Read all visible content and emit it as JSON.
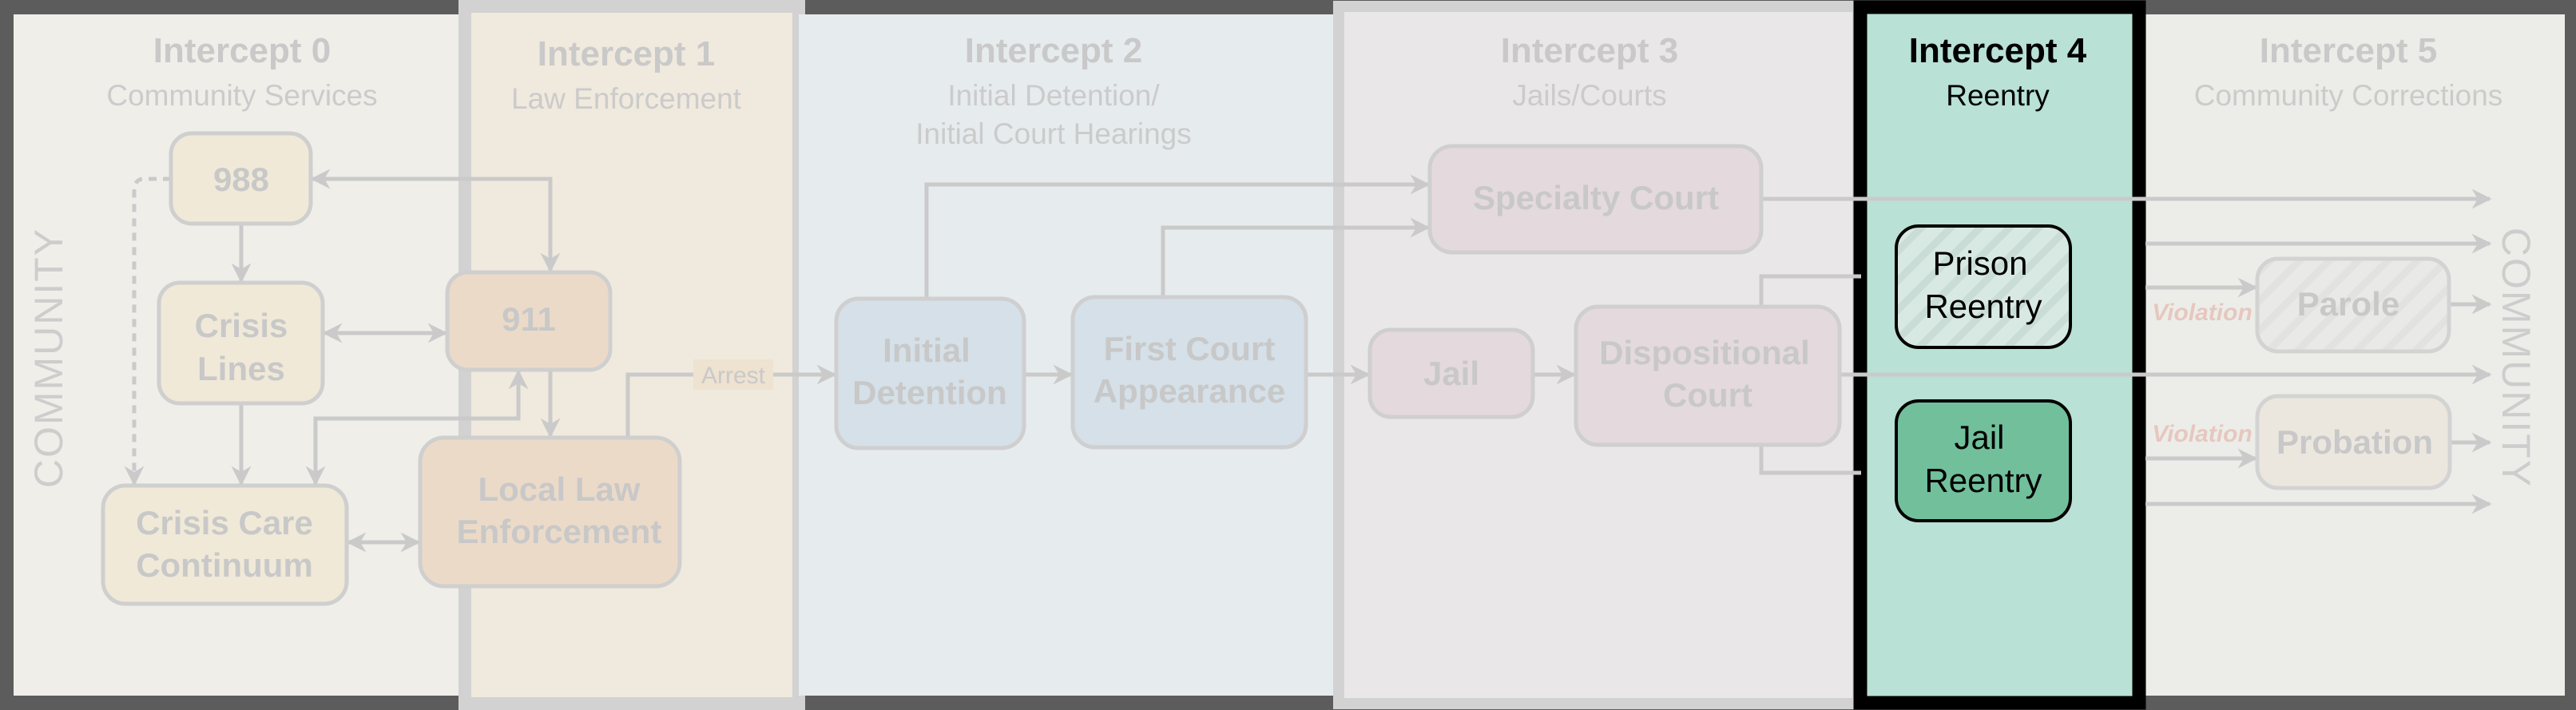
{
  "intercepts": [
    {
      "title": "Intercept 0",
      "subtitle": [
        "Community Services"
      ]
    },
    {
      "title": "Intercept 1",
      "subtitle": [
        "Law Enforcement"
      ]
    },
    {
      "title": "Intercept 2",
      "subtitle": [
        "Initial Detention/",
        "Initial Court Hearings"
      ]
    },
    {
      "title": "Intercept 3",
      "subtitle": [
        "Jails/Courts"
      ]
    },
    {
      "title": "Intercept 4",
      "subtitle": [
        "Reentry"
      ]
    },
    {
      "title": "Intercept 5",
      "subtitle": [
        "Community Corrections"
      ]
    }
  ],
  "nodes": {
    "n988": [
      "988"
    ],
    "crisis_lines": [
      "Crisis",
      "Lines"
    ],
    "n911": [
      "911"
    ],
    "crisis_care": [
      "Crisis Care",
      "Continuum"
    ],
    "local_law": [
      "Local Law",
      "Enforcement"
    ],
    "initial_detention": [
      "Initial",
      "Detention"
    ],
    "first_court": [
      "First Court",
      "Appearance"
    ],
    "specialty_court": [
      "Specialty Court"
    ],
    "jail": [
      "Jail"
    ],
    "dispositional_court": [
      "Dispositional",
      "Court"
    ],
    "prison_reentry": [
      "Prison",
      "Reentry"
    ],
    "jail_reentry": [
      "Jail",
      "Reentry"
    ],
    "parole": [
      "Parole"
    ],
    "probation": [
      "Probation"
    ]
  },
  "labels": {
    "arrest": "Arrest",
    "violation_parole": "Violation",
    "violation_probation": "Violation",
    "community_left": "COMMUNITY",
    "community_right": "COMMUNITY"
  },
  "highlight": "Intercept 4",
  "colors": {
    "highlight_panel": "#b9e1d5",
    "jail_reentry": "#72bf9c",
    "frame": "#5c5c5c"
  }
}
